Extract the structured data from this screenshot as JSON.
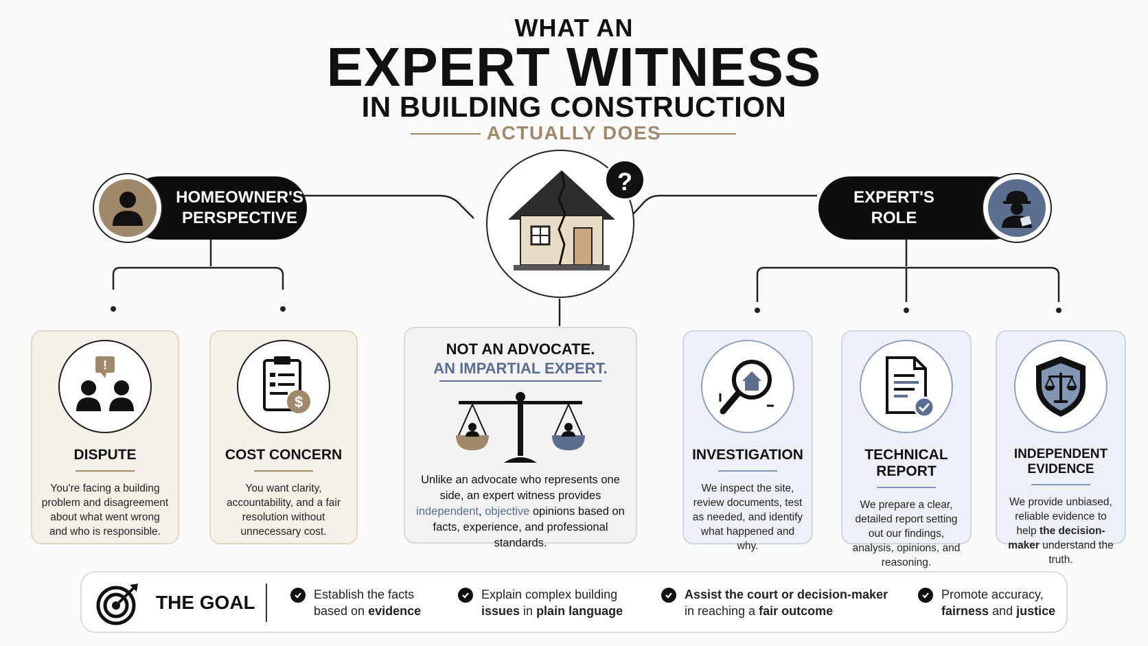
{
  "title": {
    "line1": "WHAT AN",
    "line2": "EXPERT WITNESS",
    "line3": "IN BUILDING CONSTRUCTION",
    "line4": "ACTUALLY DOES"
  },
  "left": {
    "heading_line1": "HOMEOWNER'S",
    "heading_line2": "PERSPECTIVE",
    "cards": [
      {
        "title": "DISPUTE",
        "text": "You're facing a building problem and disagreement about what went wrong and who is responsible.",
        "icon": "dispute-icon"
      },
      {
        "title": "COST CONCERN",
        "text": "You want clarity, accountability, and a fair resolution without unnecessary cost.",
        "icon": "cost-clipboard-icon"
      }
    ]
  },
  "center": {
    "headline1": "NOT AN ADVOCATE.",
    "headline2": "AN IMPARTIAL EXPERT.",
    "text_a": "Unlike an advocate who represents one side, an expert witness provides ",
    "text_hl1": "independent",
    "text_b": ", ",
    "text_hl2": "objective",
    "text_c": " opinions based on facts, experience, and professional standards.",
    "question_mark": "?"
  },
  "right": {
    "heading_line1": "EXPERT'S",
    "heading_line2": "ROLE",
    "cards": [
      {
        "title": "INVESTIGATION",
        "text": "We inspect the site, review documents, test as needed, and identify what happened and why.",
        "icon": "magnifier-house-icon"
      },
      {
        "title": "TECHNICAL REPORT",
        "text": "We prepare a clear, detailed report setting out our findings, analysis, opinions, and reasoning.",
        "icon": "report-icon"
      },
      {
        "title": "INDEPENDENT EVIDENCE",
        "text_a": "We provide unbiased, reliable evidence to help ",
        "text_b": "the decision-maker",
        "text_c": " understand the truth.",
        "icon": "shield-scales-icon"
      }
    ]
  },
  "goal": {
    "label": "THE GOAL",
    "items": [
      {
        "a": "Establish the facts",
        "b_pre": "based on ",
        "b_bold": "evidence",
        "b_post": ""
      },
      {
        "a": "Explain complex building",
        "b_pre": "",
        "b_bold": "issues",
        "b_post": " in ",
        "b_bold2": "plain language"
      },
      {
        "a_bold": "Assist the court or decision-maker",
        "b_pre": "in reaching a ",
        "b_bold": "fair outcome",
        "b_post": ""
      },
      {
        "a": "Promote accuracy,",
        "b_pre": "",
        "b_bold": "fairness",
        "b_post": " and ",
        "b_bold2": "justice"
      }
    ]
  },
  "colors": {
    "tan": "#a0896a",
    "blue": "#5b6e8f",
    "dark": "#0d0d0d"
  }
}
